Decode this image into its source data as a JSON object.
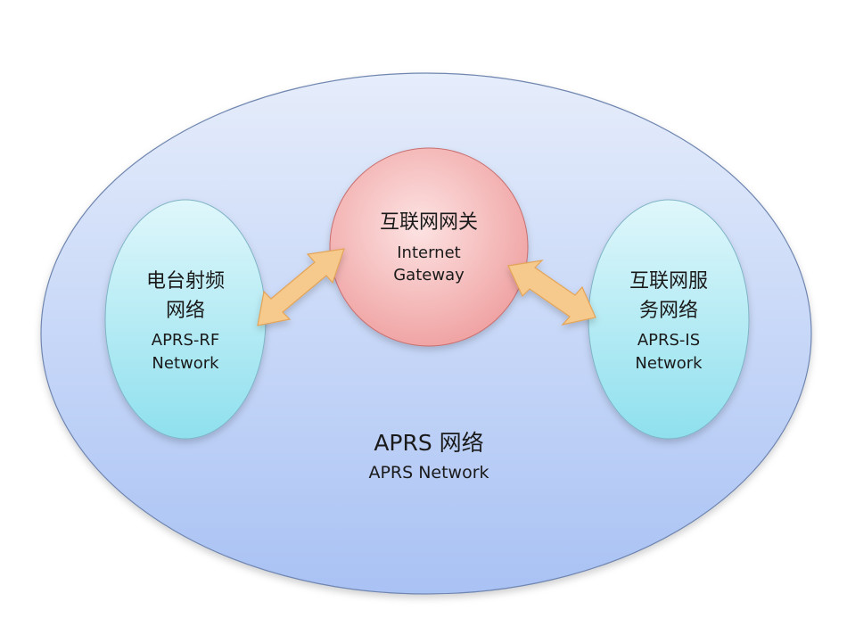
{
  "diagram": {
    "outer": {
      "title_zh": "APRS 网络",
      "title_en": "APRS Network"
    },
    "nodes": {
      "rf": {
        "line1_zh": "电台射频",
        "line2_zh": "网络",
        "line1_en": "APRS-RF",
        "line2_en": "Network"
      },
      "gateway": {
        "line1_zh": "互联网网关",
        "line1_en": "Internet",
        "line2_en": "Gateway"
      },
      "is": {
        "line1_zh": "互联网服",
        "line2_zh": "务网络",
        "line1_en": "APRS-IS",
        "line2_en": "Network"
      }
    },
    "colors": {
      "outer_fill_top": "#e6edfb",
      "outer_fill_bottom": "#a9c2f4",
      "outer_stroke": "#6f86b0",
      "side_fill_top": "#dff7fb",
      "side_fill_bottom": "#8fe0ee",
      "side_stroke": "#7fb3c6",
      "gateway_fill_center": "#fde3e3",
      "gateway_fill_edge": "#ef9f9f",
      "gateway_stroke": "#c86e6e",
      "arrow_fill": "#f6c98c",
      "arrow_stroke": "#e3a458"
    }
  }
}
